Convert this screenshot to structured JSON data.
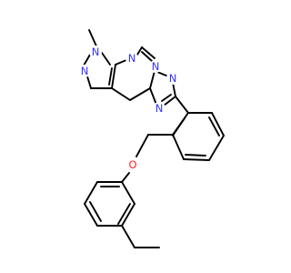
{
  "molecule": {
    "atoms": {
      "n_pyrazole_1": "N",
      "n_pyrazole_2": "N",
      "n_pyrimidine_1": "N",
      "n_pyrimidine_2": "N",
      "n_triazole_1": "N",
      "n_triazole_2": "N",
      "o_ether": "O"
    },
    "colors": {
      "nitrogen": "#3333ff",
      "oxygen": "#ff2020",
      "bond": "#000000"
    }
  }
}
